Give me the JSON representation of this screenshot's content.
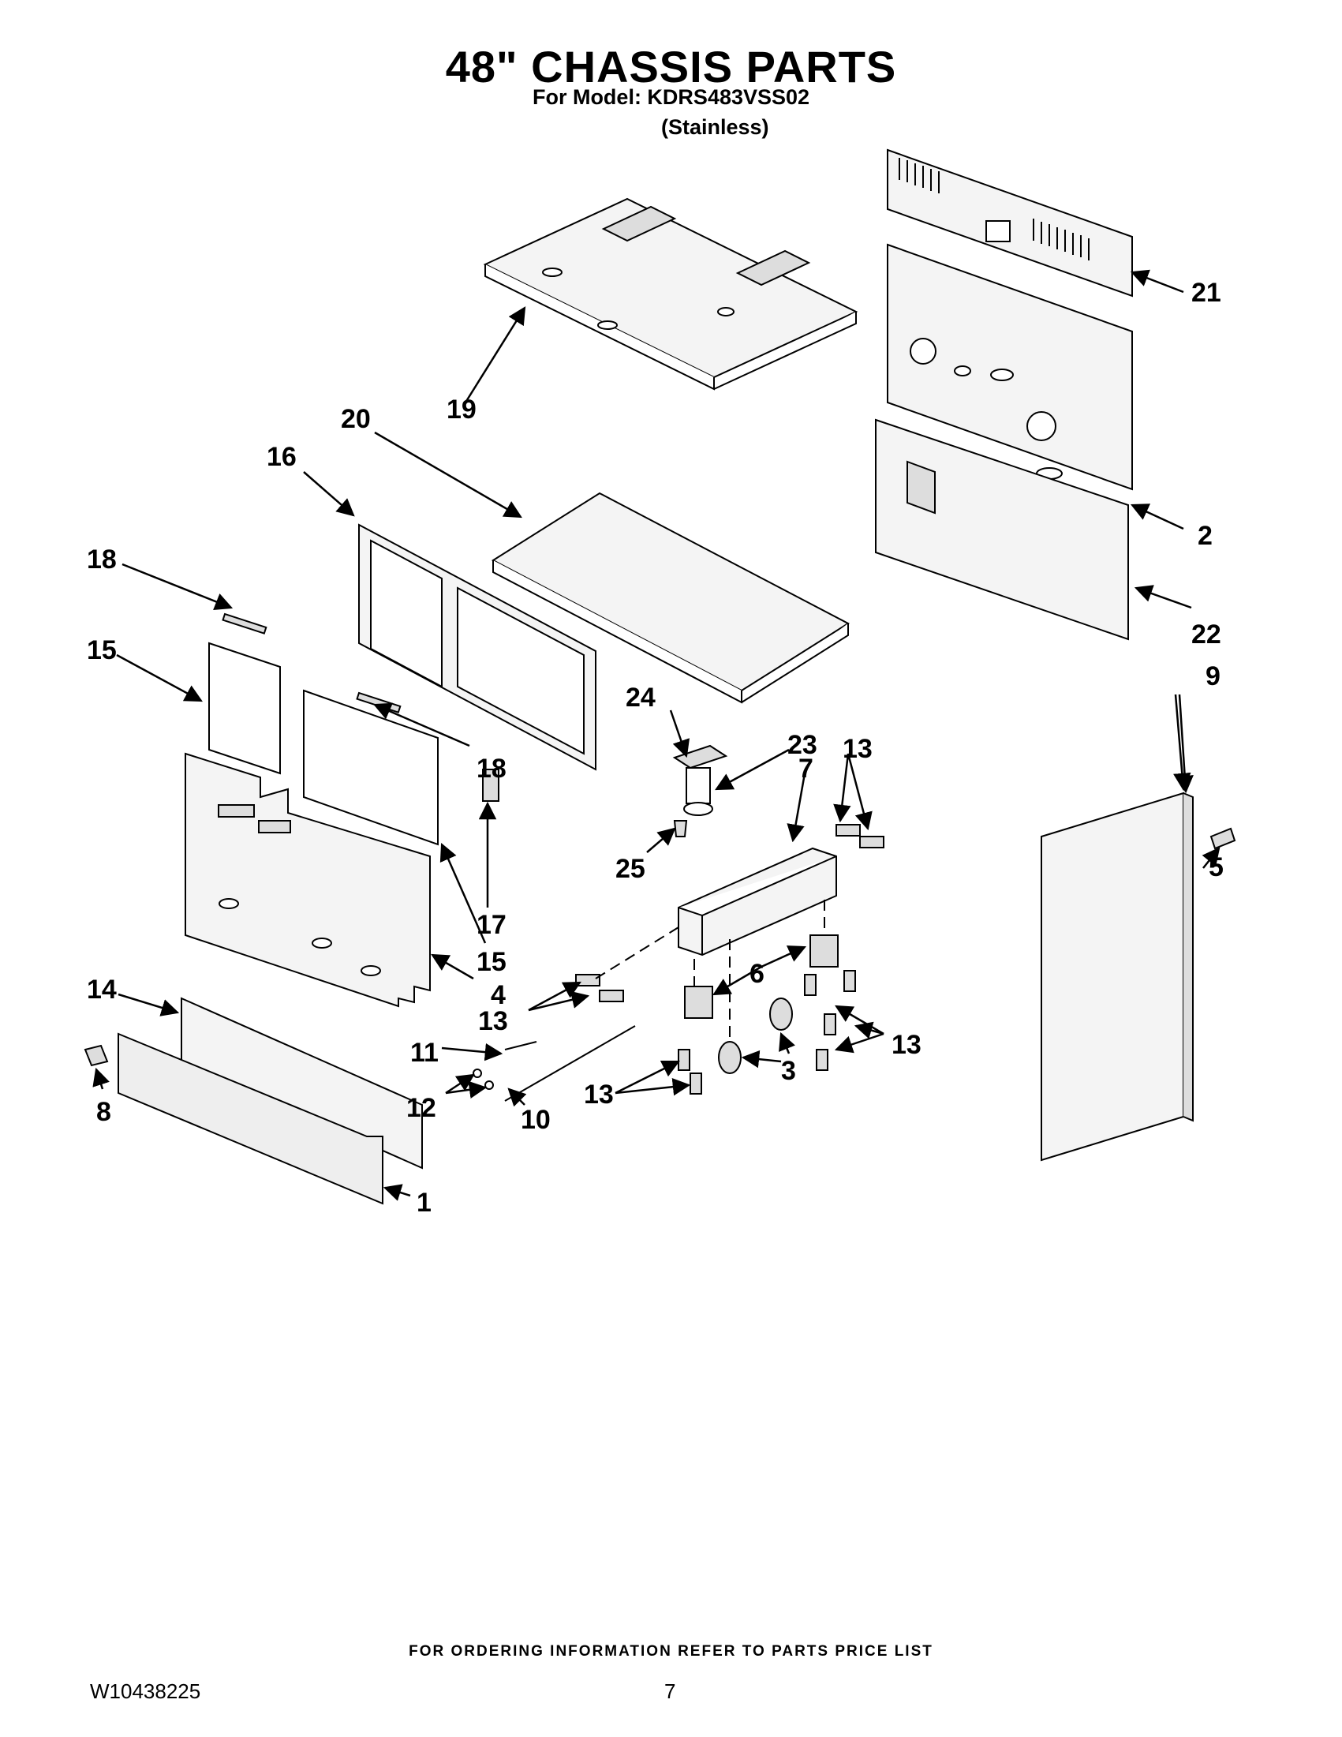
{
  "header": {
    "title": "48\" CHASSIS PARTS",
    "model_line": "For Model: KDRS483VSS02",
    "finish_line": "(Stainless)"
  },
  "callouts": [
    "1",
    "2",
    "3",
    "4",
    "5",
    "6",
    "7",
    "8",
    "9",
    "10",
    "11",
    "12",
    "13",
    "14",
    "15",
    "16",
    "17",
    "18",
    "19",
    "20",
    "21",
    "22",
    "23",
    "24",
    "25"
  ],
  "footer": {
    "ordering_info": "FOR ORDERING INFORMATION REFER TO PARTS PRICE LIST",
    "document_number": "W10438225",
    "page_number": "7"
  }
}
